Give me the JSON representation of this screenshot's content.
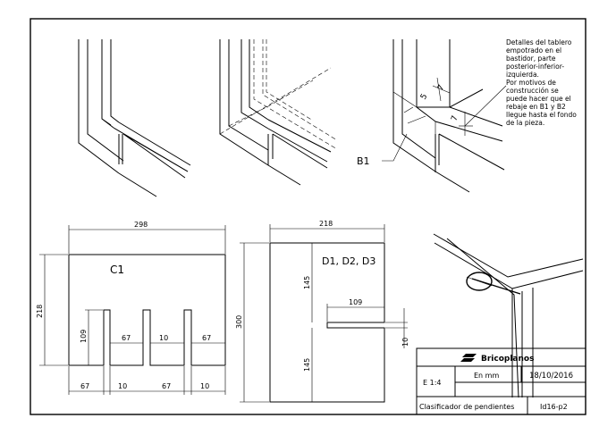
{
  "note": {
    "lines": [
      "Detalles del tablero",
      "empotrado en el",
      "bastidor, parte",
      "posterior-inferior-",
      "izquierda.",
      "Por motivos de",
      "construcción se",
      "puede hacer que el",
      "rebaje en B1 y B2",
      "llegue hasta el fondo",
      "de la pieza."
    ]
  },
  "detail_labels": {
    "b1": "B1",
    "dim_7_top": "7",
    "dim_5": "5",
    "dim_7_side": "7"
  },
  "part_c1": {
    "name": "C1",
    "dim_width": "298",
    "dim_height": "218",
    "dim_slot_depth": "109",
    "dim_67_a": "67",
    "dim_10_a": "10",
    "dim_67_b": "67",
    "dim_bottom_67_a": "67",
    "dim_bottom_10_a": "10",
    "dim_bottom_67_b": "67",
    "dim_bottom_10_b": "10"
  },
  "part_d": {
    "name": "D1, D2, D3",
    "dim_width": "218",
    "dim_height": "300",
    "dim_upper": "145",
    "dim_lower": "145",
    "dim_slot_len": "109",
    "dim_slot_w": "10"
  },
  "title_block": {
    "brand": "Bricoplanos",
    "scale": "E 1:4",
    "units": "En mm",
    "date": "18/10/2016",
    "title": "Clasificador de pendientes",
    "code": "Id16-p2"
  }
}
